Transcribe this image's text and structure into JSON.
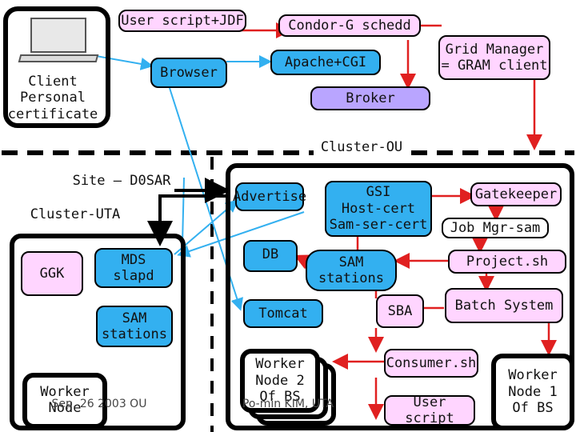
{
  "labels": {
    "client": "Client\nPersonal\ncertificate",
    "user_script_jdf": "User script+JDF",
    "browser": "Browser",
    "condor_g_schedd": "Condor-G schedd",
    "apache_cgi": "Apache+CGI",
    "grid_manager": "Grid Manager\n= GRAM client",
    "broker": "Broker",
    "cluster_ou": "Cluster-OU",
    "site_d0sar": "Site – D0SAR",
    "cluster_uta": "Cluster-UTA",
    "ggk": "GGK",
    "mds_slapd": "MDS\nslapd",
    "sam_stations_left": "SAM\nstations",
    "worker_node_left": "Worker\nNode",
    "advertise": "Advertise",
    "gsi": "GSI\nHost-cert\nSam-ser-cert",
    "gatekeeper": "Gatekeeper",
    "job_mgr_sam": "Job Mgr-sam",
    "db": "DB",
    "sam_stations_right": "SAM\nstations",
    "project_sh": "Project.sh",
    "tomcat": "Tomcat",
    "sba": "SBA",
    "batch_system": "Batch System",
    "worker_node_2": "Worker\nNode 2\nOf BS",
    "consumer_sh": "Consumer.sh",
    "user_script": "User script",
    "worker_node_1": "Worker\nNode 1\nOf BS"
  },
  "footer": {
    "date": "Sep. 26 2003 OU",
    "author": "Po-min KIM, UTA"
  },
  "colors": {
    "pink": "#ffd5ff",
    "blue": "#33b0f0",
    "violet": "#b9a5ff",
    "red_arrow": "#e02020",
    "blue_arrow": "#33b0f0",
    "black_arrow": "#000000"
  }
}
